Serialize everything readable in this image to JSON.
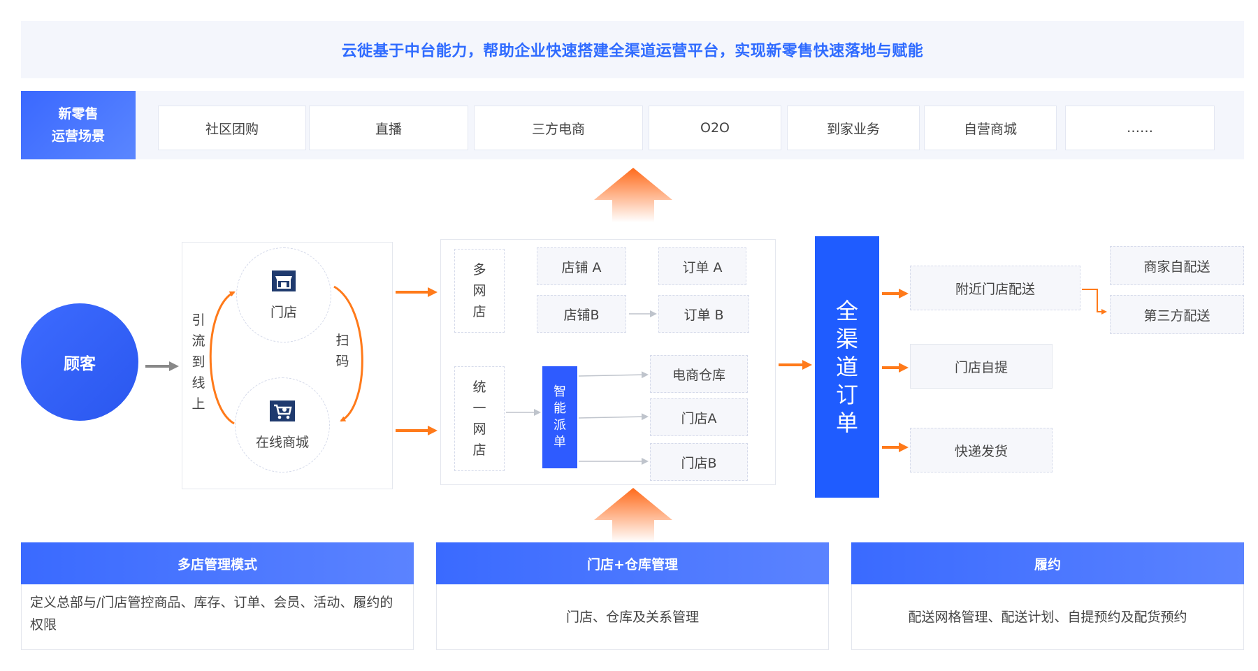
{
  "banner": {
    "title": "云徙基于中台能力，帮助企业快速搭建全渠道运营平台，实现新零售快速落地与赋能"
  },
  "scenarios": {
    "label_line1": "新零售",
    "label_line2": "运营场景",
    "items": [
      "社区团购",
      "直播",
      "三方电商",
      "O2O",
      "到家业务",
      "自营商城",
      "……"
    ]
  },
  "customer": {
    "label": "顾客"
  },
  "channel": {
    "guide_chars": [
      "引",
      "流",
      "到",
      "线",
      "上"
    ],
    "scan_chars": [
      "扫",
      "码"
    ],
    "store": {
      "label": "门店",
      "icon": "storefront-icon"
    },
    "mall": {
      "label": "在线商城",
      "icon": "shopping-cart-icon"
    }
  },
  "shops": {
    "multi_chars": [
      "多",
      "网",
      "店"
    ],
    "unified_chars": [
      "统",
      "一",
      "网",
      "店"
    ],
    "shop_a": "店铺 A",
    "shop_b": "店铺B",
    "order_a": "订单 A",
    "order_b": "订单 B",
    "dispatch_chars": [
      "智",
      "能",
      "派",
      "单"
    ],
    "targets": [
      "电商仓库",
      "门店A",
      "门店B"
    ]
  },
  "all_order": {
    "chars": [
      "全",
      "渠",
      "道",
      "订",
      "单"
    ]
  },
  "fulfillment": {
    "nearby": "附近门店配送",
    "pickup": "门店自提",
    "express": "快递发货",
    "merchant": "商家自配送",
    "third_party": "第三方配送"
  },
  "bottom": {
    "multi_store": {
      "title": "多店管理模式",
      "desc": "定义总部与/门店管控商品、库存、订单、会员、活动、履约的权限"
    },
    "warehouse": {
      "title": "门店+仓库管理",
      "desc": "门店、仓库及关系管理"
    },
    "fulfill": {
      "title": "履约",
      "desc": "配送网格管理、配送计划、自提预约及配货预约"
    }
  },
  "colors": {
    "accent": "#2f6bff",
    "orange": "#ff7a1a",
    "panel_bg": "#f4f6fc"
  }
}
